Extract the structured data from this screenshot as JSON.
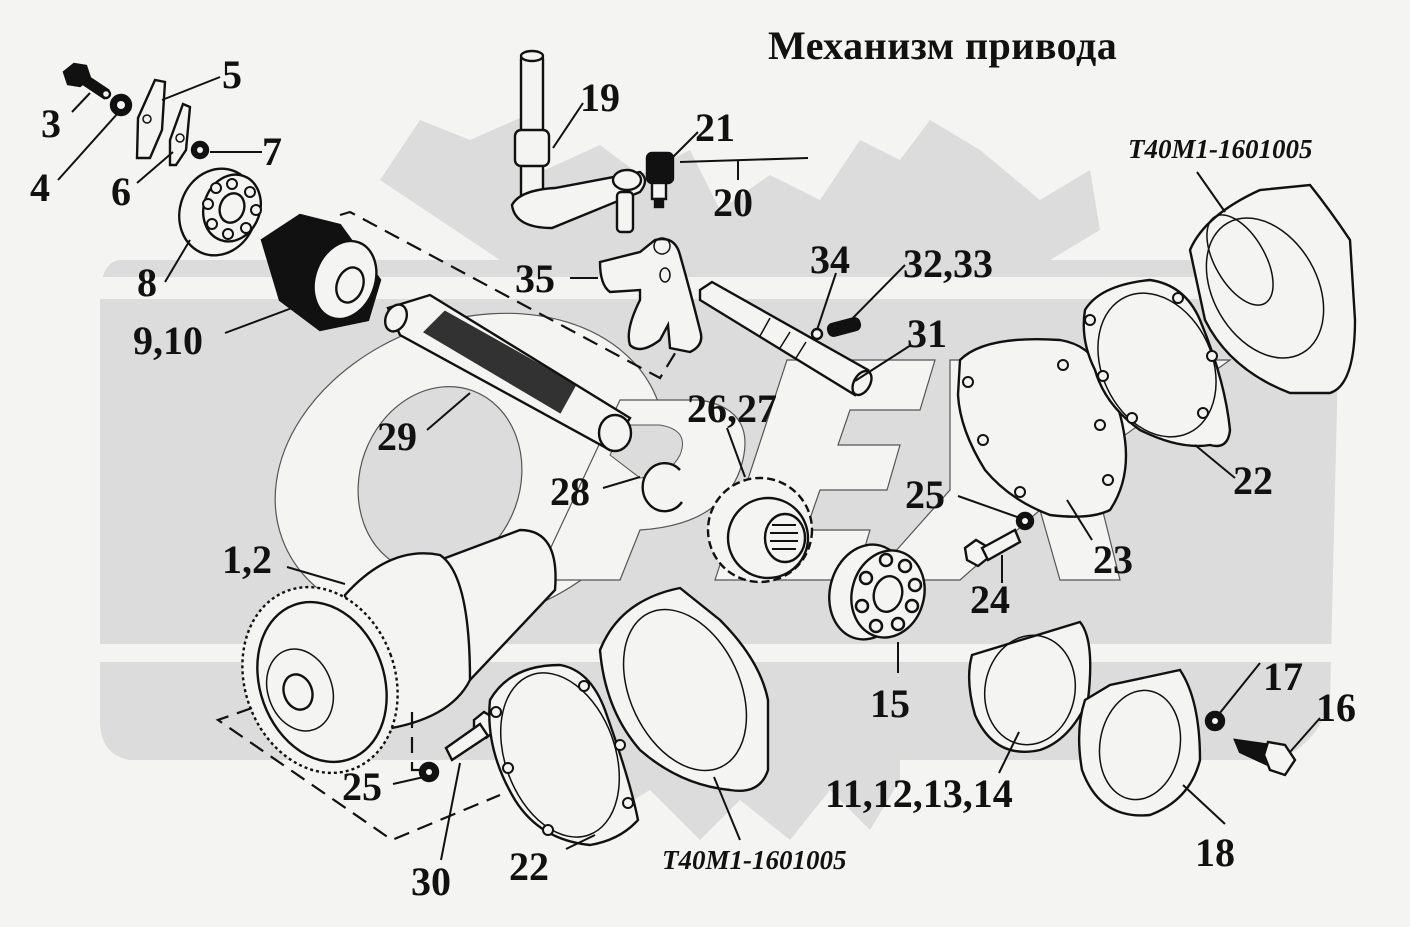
{
  "title": "Механизм привода",
  "assembly_refs": [
    {
      "id": "ref-top",
      "text": "T40M1-1601005"
    },
    {
      "id": "ref-bottom",
      "text": "T40M1-1601005"
    }
  ],
  "watermark": {
    "text": "OPEX",
    "color": "#dcdcdc"
  },
  "colors": {
    "background": "#f4f4f2",
    "ink": "#111111",
    "watermark": "#dcdcdc"
  },
  "callouts": [
    {
      "label": "1,2",
      "part": "housing"
    },
    {
      "label": "3",
      "part": "bolt"
    },
    {
      "label": "4",
      "part": "washer"
    },
    {
      "label": "5",
      "part": "plate"
    },
    {
      "label": "6",
      "part": "plate"
    },
    {
      "label": "7",
      "part": "nut"
    },
    {
      "label": "8",
      "part": "bearing"
    },
    {
      "label": "9,10",
      "part": "gear-block"
    },
    {
      "label": "11,12,13,14",
      "part": "shims"
    },
    {
      "label": "15",
      "part": "bearing"
    },
    {
      "label": "16",
      "part": "bolt"
    },
    {
      "label": "17",
      "part": "washer"
    },
    {
      "label": "18",
      "part": "cover"
    },
    {
      "label": "19",
      "part": "shaft-lever"
    },
    {
      "label": "20",
      "part": "wire"
    },
    {
      "label": "21",
      "part": "screw"
    },
    {
      "label": "22",
      "part": "gasket"
    },
    {
      "label": "22",
      "part": "gasket"
    },
    {
      "label": "23",
      "part": "cover"
    },
    {
      "label": "24",
      "part": "bolt"
    },
    {
      "label": "25",
      "part": "washer"
    },
    {
      "label": "25",
      "part": "washer"
    },
    {
      "label": "26,27",
      "part": "gear"
    },
    {
      "label": "28",
      "part": "retaining-ring"
    },
    {
      "label": "29",
      "part": "splined-shaft"
    },
    {
      "label": "30",
      "part": "bolt"
    },
    {
      "label": "31",
      "part": "rod"
    },
    {
      "label": "32,33",
      "part": "spring"
    },
    {
      "label": "34",
      "part": "ball"
    },
    {
      "label": "35",
      "part": "shift-fork"
    }
  ]
}
